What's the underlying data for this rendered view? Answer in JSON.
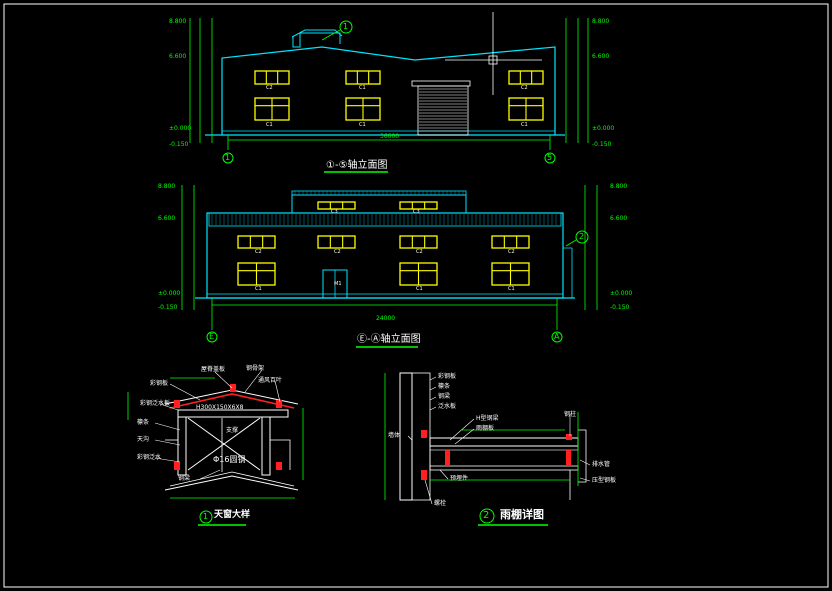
{
  "colors": {
    "background": "#000000",
    "building_outline": "#00e5ff",
    "windows": "#ffff00",
    "dimensions": "#00ff00",
    "steel": "#ff2020",
    "detail_lines": "#ffffff",
    "frame_border": "#ffffff"
  },
  "elevation_1": {
    "title": "①-⑤轴立面图",
    "left_axis": "1",
    "right_axis": "5",
    "callout": "1",
    "total_dim": "36000",
    "window_tags_upper": [
      "C2",
      "C1",
      "C2"
    ],
    "window_tags_lower": [
      "C1",
      "C1",
      "C1"
    ],
    "left_levels": [
      "8.800",
      "6.600",
      "±0.000",
      "-0.150"
    ],
    "right_levels": [
      "8.800",
      "6.600",
      "±0.000",
      "-0.150"
    ]
  },
  "elevation_2": {
    "title": "Ⓔ-Ⓐ轴立面图",
    "left_axis": "E",
    "right_axis": "A",
    "callout": "2",
    "total_dim": "24000",
    "clerestory_tags": [
      "C3",
      "C3"
    ],
    "window_tags_upper": [
      "C2",
      "C2",
      "C2",
      "C2"
    ],
    "window_tags_lower": [
      "C1",
      "M1",
      "C1",
      "C1"
    ],
    "left_levels": [
      "8.800",
      "6.600",
      "±0.000",
      "-0.150"
    ],
    "right_levels": [
      "8.800",
      "6.600",
      "±0.000",
      "-0.150"
    ]
  },
  "detail_1": {
    "number": "1",
    "title": "天窗大样",
    "beam_tag": "H300X150X6X8",
    "rod_tag": "Φ16圆钢",
    "labels": [
      "彩钢板",
      "屋脊盖板",
      "钢骨架",
      "通风百叶",
      "彩钢泛水板",
      "檩条",
      "支撑",
      "天沟",
      "彩钢泛水",
      "钢梁"
    ]
  },
  "detail_2": {
    "number": "2",
    "title": "雨棚详图",
    "labels": [
      "彩钢板",
      "檩条",
      "钢梁",
      "泛水板",
      "H型钢梁",
      "雨棚板",
      "钢柱",
      "排水管",
      "墙体",
      "预埋件",
      "压型钢板",
      "螺栓"
    ]
  }
}
